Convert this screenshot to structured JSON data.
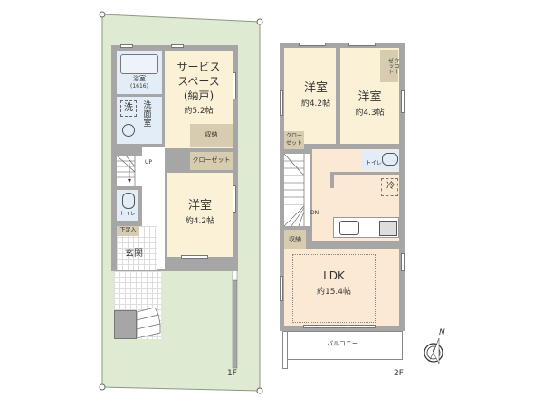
{
  "floor1": {
    "label": "1F",
    "rooms": {
      "bath": {
        "name": "浴室",
        "size": "(1616)"
      },
      "washroom": {
        "name": "洗\n面\n室",
        "washer": "洗"
      },
      "service": {
        "name_line1": "サービス",
        "name_line2": "スペース",
        "name_line3": "(納戸)",
        "area": "約5.2帖"
      },
      "storage": {
        "name": "収納"
      },
      "closet": {
        "name": "クローゼット"
      },
      "western": {
        "name": "洋室",
        "area": "約4.2帖"
      },
      "toilet": {
        "name": "トイレ"
      },
      "shoe_storage": {
        "name": "下足入"
      },
      "entrance": {
        "name": "玄関"
      },
      "stairs_up": "UP"
    }
  },
  "floor2": {
    "label": "2F",
    "rooms": {
      "western1": {
        "name": "洋室",
        "area": "約4.2帖"
      },
      "western2": {
        "name": "洋室",
        "area": "約4.3帖"
      },
      "closet_top": {
        "name": "クロー\nゼット"
      },
      "closet_small": {
        "name_line1": "クロー",
        "name_line2": "ゼット"
      },
      "toilet": {
        "name": "トイレ"
      },
      "fridge": {
        "name": "冷"
      },
      "storage": {
        "name": "収納"
      },
      "ldk": {
        "name": "LDK",
        "area": "約15.4帖"
      },
      "balcony": {
        "name": "バルコニー"
      },
      "stairs_down": "DN"
    }
  },
  "compass": {
    "label": "N"
  },
  "colors": {
    "lot": "#dfead3",
    "room": "#fbf1d6",
    "ldk": "#fbe9d3",
    "wet": "#e3edf7",
    "storage": "#d7ccb0",
    "wall": "#a6a6a6"
  }
}
